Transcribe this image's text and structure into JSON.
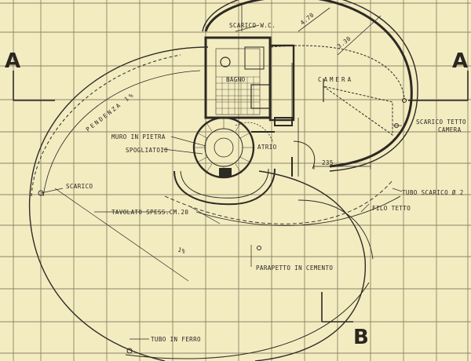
{
  "sheet": {
    "section_marks": {
      "a_left": "A",
      "a_right": "A",
      "b_bottom": "B"
    },
    "labels": {
      "scarico_wc": "SCARICO W.C.",
      "bagno": "BAGNO",
      "camera": "CAMERA",
      "muro_in_pietra": "MURO IN PIETRA",
      "spogliatoio": "SPOGLIATOIO",
      "atrio": "ATRIO",
      "scarico": "SCARICO",
      "scarico_tetto_camera_1": "SCARICO TETTO",
      "scarico_tetto_camera_2": "CAMERA",
      "tubo_scarico": "TUBO SCARICO Ø 2",
      "filo_tetto": "FILO TETTO",
      "tavolato": "TAVOLATO SPESS.CM.20",
      "parapetto": "PARAPETTO IN CEMENTO",
      "tubo_in_ferro": "TUBO IN FERRO",
      "pendenza": "PENDENZA 1%",
      "pendenza_small": "1%"
    },
    "dimensions": {
      "d_235": "235",
      "d_3_30": "3.30",
      "d_4_70": "4.70"
    }
  }
}
